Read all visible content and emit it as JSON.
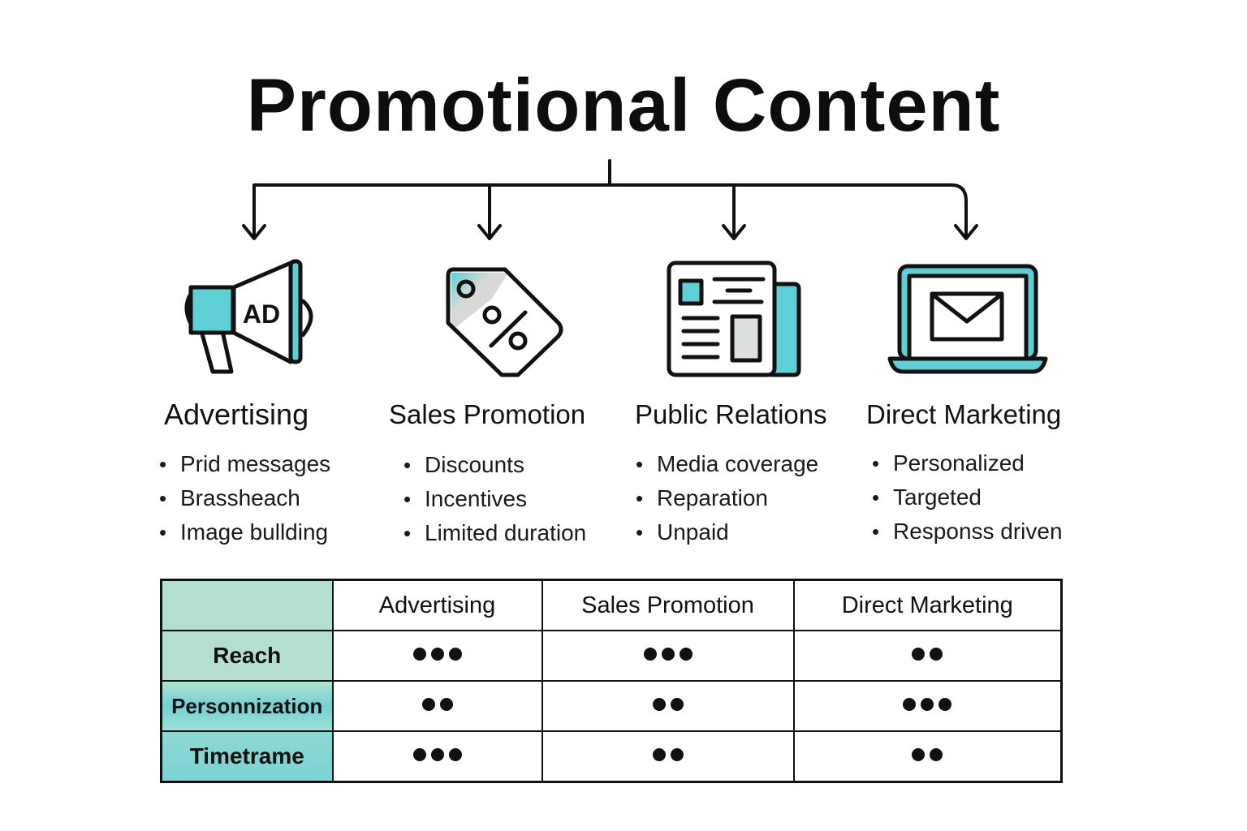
{
  "title": "Promotional Content",
  "colors": {
    "accent": "#5fcfd6",
    "accent_light": "#b2dfcf",
    "stroke": "#111111"
  },
  "categories": [
    {
      "name": "Advertising",
      "icon": "megaphone-icon",
      "icon_text": "AD",
      "bullets": [
        "Prid messages",
        "Brassheach",
        "Image bullding"
      ]
    },
    {
      "name": "Sales Promotion",
      "icon": "price-tag-percent-icon",
      "icon_text": "%",
      "bullets": [
        "Discounts",
        "Incentives",
        "Limited duration"
      ]
    },
    {
      "name": "Public Relations",
      "icon": "newspaper-icon",
      "bullets": [
        "Media coverage",
        "Reparation",
        "Unpaid"
      ]
    },
    {
      "name": "Direct Marketing",
      "icon": "laptop-email-icon",
      "bullets": [
        "Personalized",
        "Targeted",
        "Responss driven"
      ]
    }
  ],
  "table": {
    "columns": [
      "",
      "Advertising",
      "Sales Promotion",
      "Direct Marketing"
    ],
    "rows": [
      {
        "label": "Reach",
        "ratings": [
          3,
          3,
          2
        ]
      },
      {
        "label": "Personnization",
        "ratings": [
          2,
          2,
          3
        ]
      },
      {
        "label": "Timetrame",
        "ratings": [
          3,
          2,
          2
        ]
      }
    ]
  }
}
